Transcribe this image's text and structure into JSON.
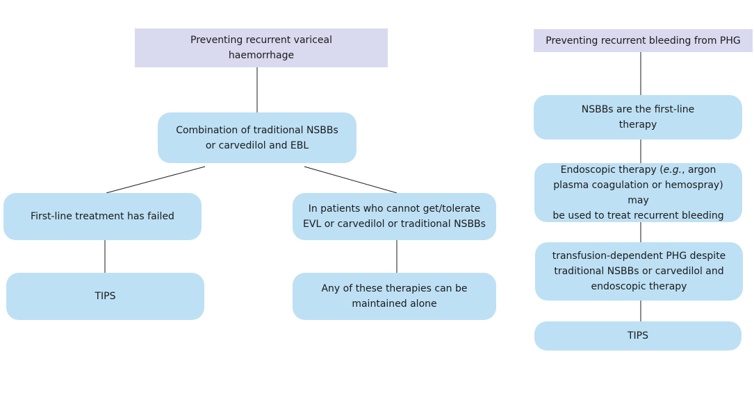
{
  "left_flow": {
    "header": [
      "Preventing recurrent variceal",
      "haemorrhage"
    ],
    "combination": [
      "Combination of traditional NSBBs",
      "or carvedilol and EBL"
    ],
    "failed": [
      "First-line treatment has failed"
    ],
    "tips": [
      "TIPS"
    ],
    "cannot_tolerate": [
      "In patients who cannot get/tolerate",
      "EVL or carvedilol or traditional NSBBs"
    ],
    "maintained": [
      "Any of these therapies can be",
      "maintained alone"
    ]
  },
  "right_flow": {
    "header": [
      "Preventing recurrent bleeding from PHG"
    ],
    "nsbbs": [
      "NSBBs are the first-line",
      "therapy"
    ],
    "endoscopic": {
      "line1_prefix": "Endoscopic therapy (",
      "line1_italic": "e.g.",
      "line1_suffix": ", argon",
      "line2": "plasma coagulation or hemospray) may",
      "line3": "be used to treat recurrent bleeding"
    },
    "transfusion": [
      "transfusion-dependent PHG despite",
      "traditional NSBBs or carvedilol and",
      "endoscopic therapy"
    ],
    "tips": [
      "TIPS"
    ]
  },
  "colors": {
    "header_fill": "#d9d9ef",
    "node_fill": "#bde0f4",
    "line": "#1a1a1a"
  }
}
